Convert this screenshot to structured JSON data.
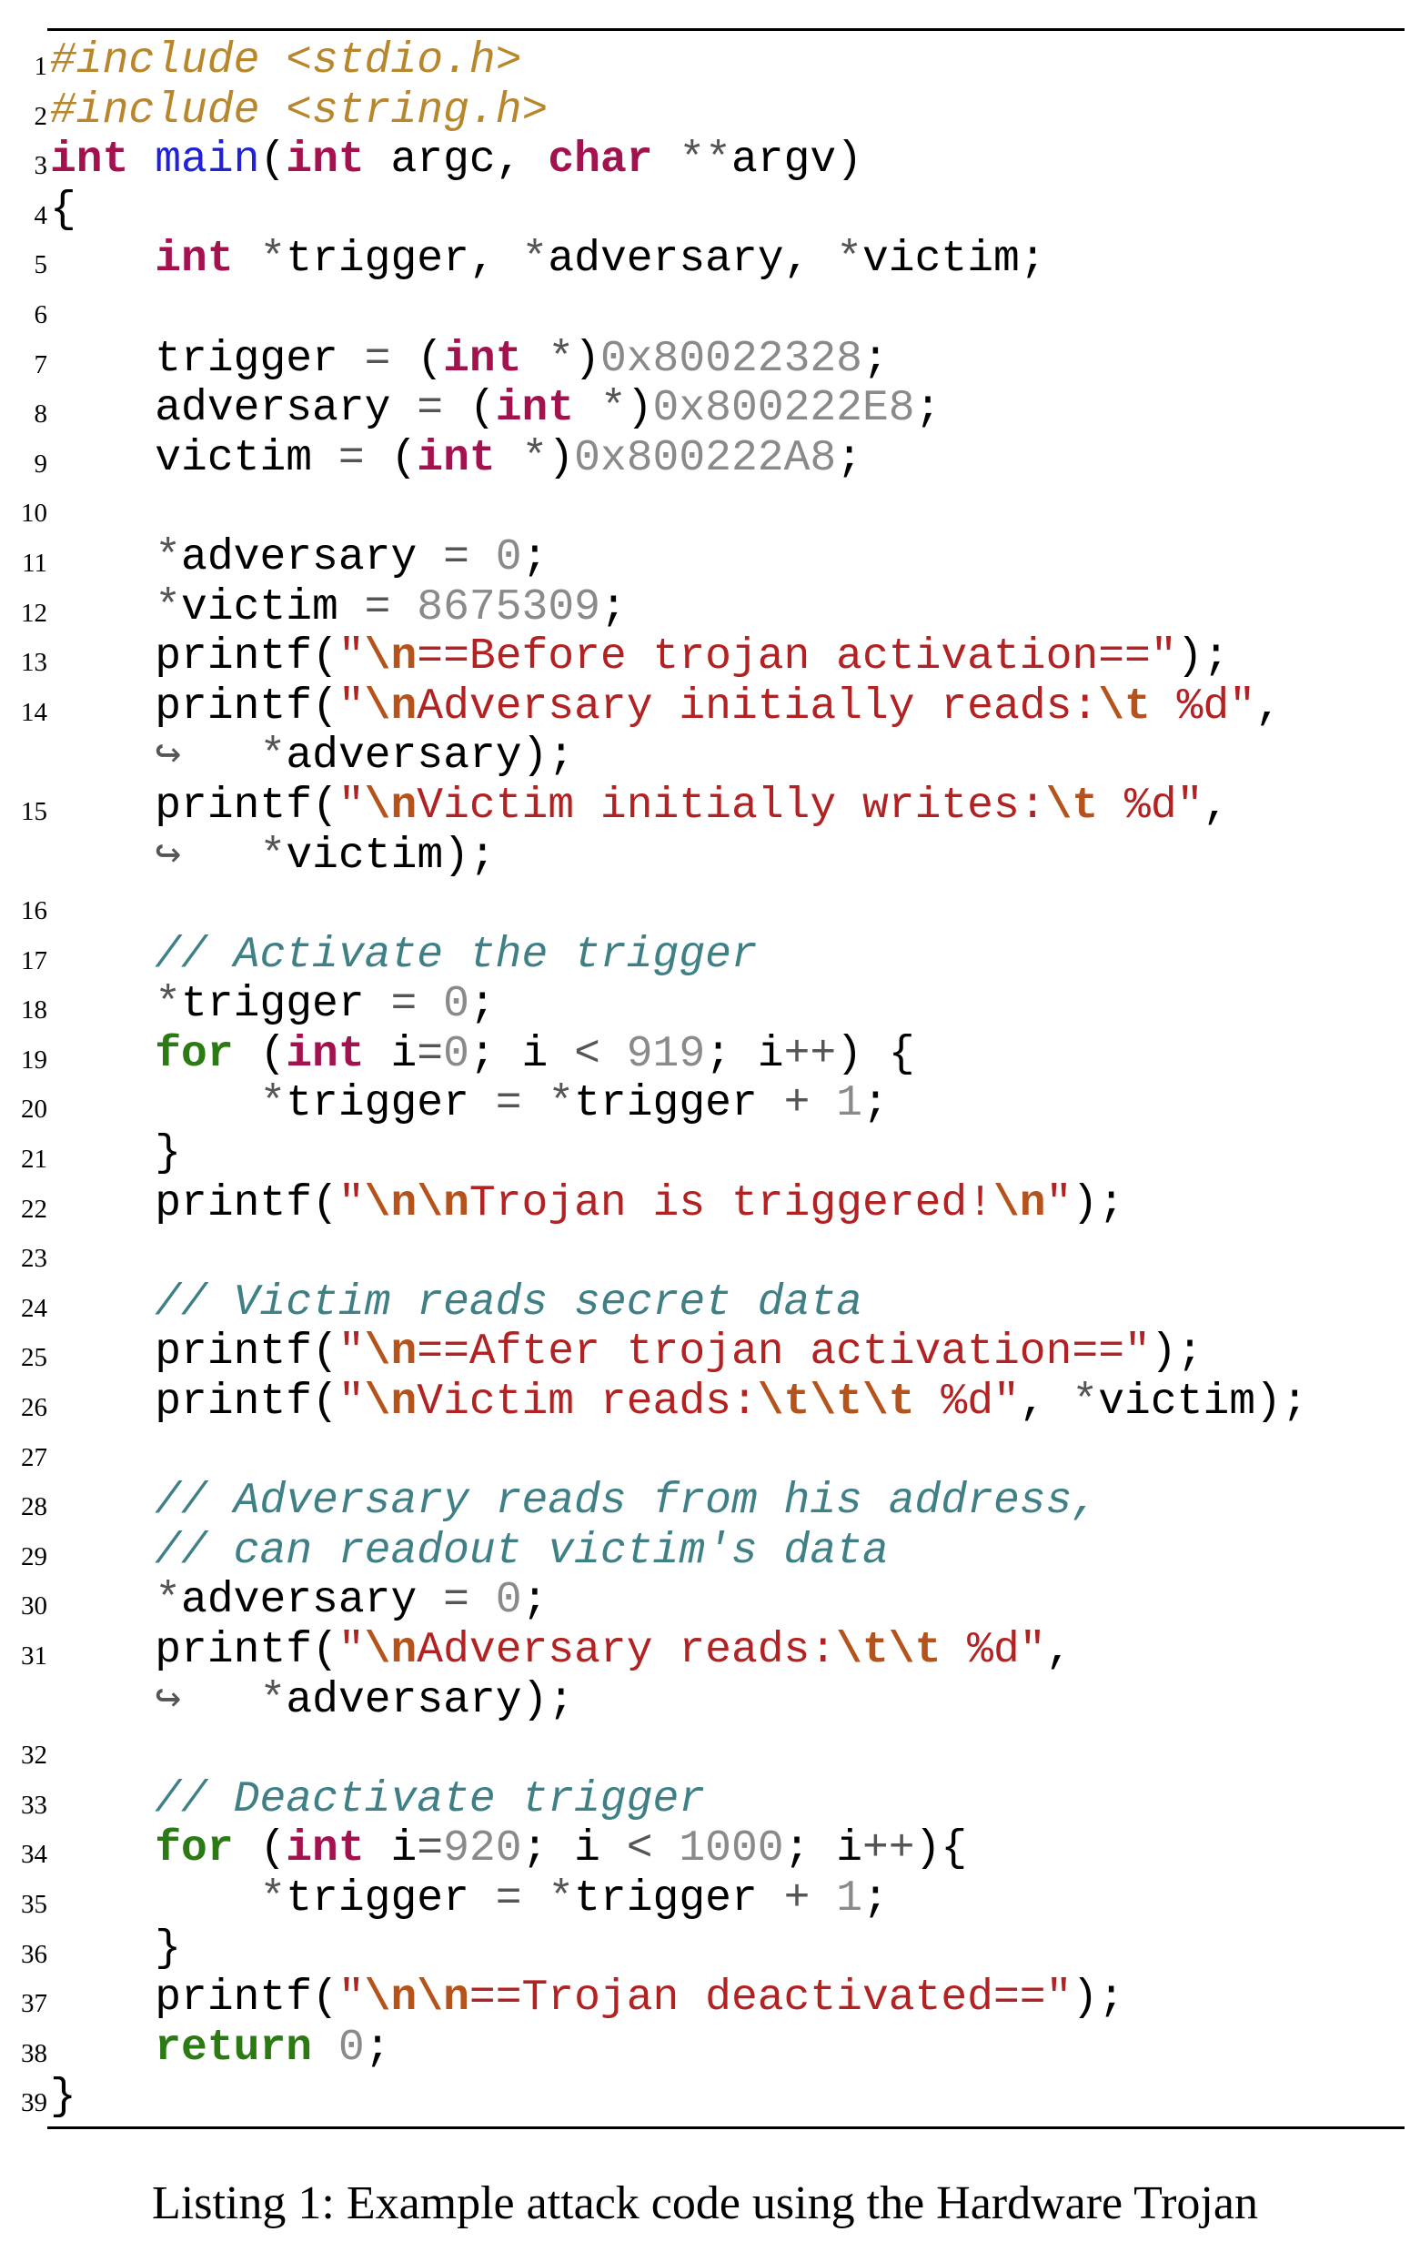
{
  "listing": {
    "lines": [
      {
        "num": "1",
        "tokens": [
          {
            "t": "#include",
            "c": "pre"
          },
          {
            "t": " ",
            "c": "pl"
          },
          {
            "t": "<stdio.h>",
            "c": "pre"
          }
        ]
      },
      {
        "num": "2",
        "tokens": [
          {
            "t": "#include",
            "c": "pre"
          },
          {
            "t": " ",
            "c": "pl"
          },
          {
            "t": "<string.h>",
            "c": "pre"
          }
        ]
      },
      {
        "num": "3",
        "tokens": [
          {
            "t": "int",
            "c": "kw"
          },
          {
            "t": " ",
            "c": "pl"
          },
          {
            "t": "main",
            "c": "fn"
          },
          {
            "t": "(",
            "c": "pl"
          },
          {
            "t": "int",
            "c": "kw"
          },
          {
            "t": " argc, ",
            "c": "pl"
          },
          {
            "t": "char",
            "c": "kw"
          },
          {
            "t": " ",
            "c": "pl"
          },
          {
            "t": "**",
            "c": "op"
          },
          {
            "t": "argv)",
            "c": "pl"
          }
        ]
      },
      {
        "num": "4",
        "tokens": [
          {
            "t": "{",
            "c": "pl"
          }
        ]
      },
      {
        "num": "5",
        "tokens": [
          {
            "t": "    ",
            "c": "pl"
          },
          {
            "t": "int",
            "c": "kw"
          },
          {
            "t": " ",
            "c": "pl"
          },
          {
            "t": "*",
            "c": "op"
          },
          {
            "t": "trigger, ",
            "c": "pl"
          },
          {
            "t": "*",
            "c": "op"
          },
          {
            "t": "adversary, ",
            "c": "pl"
          },
          {
            "t": "*",
            "c": "op"
          },
          {
            "t": "victim;",
            "c": "pl"
          }
        ]
      },
      {
        "num": "6",
        "tokens": []
      },
      {
        "num": "7",
        "tokens": [
          {
            "t": "    trigger ",
            "c": "pl"
          },
          {
            "t": "=",
            "c": "op"
          },
          {
            "t": " (",
            "c": "pl"
          },
          {
            "t": "int",
            "c": "kw"
          },
          {
            "t": " ",
            "c": "pl"
          },
          {
            "t": "*",
            "c": "op"
          },
          {
            "t": ")",
            "c": "pl"
          },
          {
            "t": "0x80022328",
            "c": "num"
          },
          {
            "t": ";",
            "c": "pl"
          }
        ]
      },
      {
        "num": "8",
        "tokens": [
          {
            "t": "    adversary ",
            "c": "pl"
          },
          {
            "t": "=",
            "c": "op"
          },
          {
            "t": " (",
            "c": "pl"
          },
          {
            "t": "int",
            "c": "kw"
          },
          {
            "t": " ",
            "c": "pl"
          },
          {
            "t": "*",
            "c": "op"
          },
          {
            "t": ")",
            "c": "pl"
          },
          {
            "t": "0x800222E8",
            "c": "num"
          },
          {
            "t": ";",
            "c": "pl"
          }
        ]
      },
      {
        "num": "9",
        "tokens": [
          {
            "t": "    victim ",
            "c": "pl"
          },
          {
            "t": "=",
            "c": "op"
          },
          {
            "t": " (",
            "c": "pl"
          },
          {
            "t": "int",
            "c": "kw"
          },
          {
            "t": " ",
            "c": "pl"
          },
          {
            "t": "*",
            "c": "op"
          },
          {
            "t": ")",
            "c": "pl"
          },
          {
            "t": "0x800222A8",
            "c": "num"
          },
          {
            "t": ";",
            "c": "pl"
          }
        ]
      },
      {
        "num": "10",
        "tokens": []
      },
      {
        "num": "11",
        "tokens": [
          {
            "t": "    ",
            "c": "pl"
          },
          {
            "t": "*",
            "c": "op"
          },
          {
            "t": "adversary ",
            "c": "pl"
          },
          {
            "t": "=",
            "c": "op"
          },
          {
            "t": " ",
            "c": "pl"
          },
          {
            "t": "0",
            "c": "num"
          },
          {
            "t": ";",
            "c": "pl"
          }
        ]
      },
      {
        "num": "12",
        "tokens": [
          {
            "t": "    ",
            "c": "pl"
          },
          {
            "t": "*",
            "c": "op"
          },
          {
            "t": "victim ",
            "c": "pl"
          },
          {
            "t": "=",
            "c": "op"
          },
          {
            "t": " ",
            "c": "pl"
          },
          {
            "t": "8675309",
            "c": "num"
          },
          {
            "t": ";",
            "c": "pl"
          }
        ]
      },
      {
        "num": "13",
        "tokens": [
          {
            "t": "    printf(",
            "c": "pl"
          },
          {
            "t": "\"",
            "c": "str"
          },
          {
            "t": "\\n",
            "c": "esc"
          },
          {
            "t": "==Before trojan activation==\"",
            "c": "str"
          },
          {
            "t": ");",
            "c": "pl"
          }
        ]
      },
      {
        "num": "14",
        "tokens": [
          {
            "t": "    printf(",
            "c": "pl"
          },
          {
            "t": "\"",
            "c": "str"
          },
          {
            "t": "\\n",
            "c": "esc"
          },
          {
            "t": "Adversary initially reads:",
            "c": "str"
          },
          {
            "t": "\\t",
            "c": "esc"
          },
          {
            "t": " %d\"",
            "c": "str"
          },
          {
            "t": ",",
            "c": "pl"
          }
        ]
      },
      {
        "num": "",
        "tokens": [
          {
            "t": "    ",
            "c": "pl"
          },
          {
            "t": "↪",
            "c": "op"
          },
          {
            "t": "   ",
            "c": "pl"
          },
          {
            "t": "*",
            "c": "op"
          },
          {
            "t": "adversary);",
            "c": "pl"
          }
        ]
      },
      {
        "num": "15",
        "tokens": [
          {
            "t": "    printf(",
            "c": "pl"
          },
          {
            "t": "\"",
            "c": "str"
          },
          {
            "t": "\\n",
            "c": "esc"
          },
          {
            "t": "Victim initially writes:",
            "c": "str"
          },
          {
            "t": "\\t",
            "c": "esc"
          },
          {
            "t": " %d\"",
            "c": "str"
          },
          {
            "t": ",",
            "c": "pl"
          }
        ]
      },
      {
        "num": "",
        "tokens": [
          {
            "t": "    ",
            "c": "pl"
          },
          {
            "t": "↪",
            "c": "op"
          },
          {
            "t": "   ",
            "c": "pl"
          },
          {
            "t": "*",
            "c": "op"
          },
          {
            "t": "victim);",
            "c": "pl"
          }
        ]
      },
      {
        "num": "16",
        "tokens": []
      },
      {
        "num": "17",
        "tokens": [
          {
            "t": "    ",
            "c": "pl"
          },
          {
            "t": "// Activate the trigger",
            "c": "cmt"
          }
        ]
      },
      {
        "num": "18",
        "tokens": [
          {
            "t": "    ",
            "c": "pl"
          },
          {
            "t": "*",
            "c": "op"
          },
          {
            "t": "trigger ",
            "c": "pl"
          },
          {
            "t": "=",
            "c": "op"
          },
          {
            "t": " ",
            "c": "pl"
          },
          {
            "t": "0",
            "c": "num"
          },
          {
            "t": ";",
            "c": "pl"
          }
        ]
      },
      {
        "num": "19",
        "tokens": [
          {
            "t": "    ",
            "c": "pl"
          },
          {
            "t": "for",
            "c": "kw2"
          },
          {
            "t": " (",
            "c": "pl"
          },
          {
            "t": "int",
            "c": "kw"
          },
          {
            "t": " i",
            "c": "pl"
          },
          {
            "t": "=",
            "c": "op"
          },
          {
            "t": "0",
            "c": "num"
          },
          {
            "t": "; i ",
            "c": "pl"
          },
          {
            "t": "<",
            "c": "op"
          },
          {
            "t": " ",
            "c": "pl"
          },
          {
            "t": "919",
            "c": "num"
          },
          {
            "t": "; i",
            "c": "pl"
          },
          {
            "t": "++",
            "c": "op"
          },
          {
            "t": ") {",
            "c": "pl"
          }
        ]
      },
      {
        "num": "20",
        "tokens": [
          {
            "t": "        ",
            "c": "pl"
          },
          {
            "t": "*",
            "c": "op"
          },
          {
            "t": "trigger ",
            "c": "pl"
          },
          {
            "t": "=",
            "c": "op"
          },
          {
            "t": " ",
            "c": "pl"
          },
          {
            "t": "*",
            "c": "op"
          },
          {
            "t": "trigger ",
            "c": "pl"
          },
          {
            "t": "+",
            "c": "op"
          },
          {
            "t": " ",
            "c": "pl"
          },
          {
            "t": "1",
            "c": "num"
          },
          {
            "t": ";",
            "c": "pl"
          }
        ]
      },
      {
        "num": "21",
        "tokens": [
          {
            "t": "    }",
            "c": "pl"
          }
        ]
      },
      {
        "num": "22",
        "tokens": [
          {
            "t": "    printf(",
            "c": "pl"
          },
          {
            "t": "\"",
            "c": "str"
          },
          {
            "t": "\\n\\n",
            "c": "esc"
          },
          {
            "t": "Trojan is triggered!",
            "c": "str"
          },
          {
            "t": "\\n",
            "c": "esc"
          },
          {
            "t": "\"",
            "c": "str"
          },
          {
            "t": ");",
            "c": "pl"
          }
        ]
      },
      {
        "num": "23",
        "tokens": []
      },
      {
        "num": "24",
        "tokens": [
          {
            "t": "    ",
            "c": "pl"
          },
          {
            "t": "// Victim reads secret data",
            "c": "cmt"
          }
        ]
      },
      {
        "num": "25",
        "tokens": [
          {
            "t": "    printf(",
            "c": "pl"
          },
          {
            "t": "\"",
            "c": "str"
          },
          {
            "t": "\\n",
            "c": "esc"
          },
          {
            "t": "==After trojan activation==\"",
            "c": "str"
          },
          {
            "t": ");",
            "c": "pl"
          }
        ]
      },
      {
        "num": "26",
        "tokens": [
          {
            "t": "    printf(",
            "c": "pl"
          },
          {
            "t": "\"",
            "c": "str"
          },
          {
            "t": "\\n",
            "c": "esc"
          },
          {
            "t": "Victim reads:",
            "c": "str"
          },
          {
            "t": "\\t\\t\\t",
            "c": "esc"
          },
          {
            "t": " %d\"",
            "c": "str"
          },
          {
            "t": ", ",
            "c": "pl"
          },
          {
            "t": "*",
            "c": "op"
          },
          {
            "t": "victim);",
            "c": "pl"
          }
        ]
      },
      {
        "num": "27",
        "tokens": []
      },
      {
        "num": "28",
        "tokens": [
          {
            "t": "    ",
            "c": "pl"
          },
          {
            "t": "// Adversary reads from his address,",
            "c": "cmt"
          }
        ]
      },
      {
        "num": "29",
        "tokens": [
          {
            "t": "    ",
            "c": "pl"
          },
          {
            "t": "// can readout victim's data",
            "c": "cmt"
          }
        ]
      },
      {
        "num": "30",
        "tokens": [
          {
            "t": "    ",
            "c": "pl"
          },
          {
            "t": "*",
            "c": "op"
          },
          {
            "t": "adversary ",
            "c": "pl"
          },
          {
            "t": "=",
            "c": "op"
          },
          {
            "t": " ",
            "c": "pl"
          },
          {
            "t": "0",
            "c": "num"
          },
          {
            "t": ";",
            "c": "pl"
          }
        ]
      },
      {
        "num": "31",
        "tokens": [
          {
            "t": "    printf(",
            "c": "pl"
          },
          {
            "t": "\"",
            "c": "str"
          },
          {
            "t": "\\n",
            "c": "esc"
          },
          {
            "t": "Adversary reads:",
            "c": "str"
          },
          {
            "t": "\\t\\t",
            "c": "esc"
          },
          {
            "t": " %d\"",
            "c": "str"
          },
          {
            "t": ",",
            "c": "pl"
          }
        ]
      },
      {
        "num": "",
        "tokens": [
          {
            "t": "    ",
            "c": "pl"
          },
          {
            "t": "↪",
            "c": "op"
          },
          {
            "t": "   ",
            "c": "pl"
          },
          {
            "t": "*",
            "c": "op"
          },
          {
            "t": "adversary);",
            "c": "pl"
          }
        ]
      },
      {
        "num": "32",
        "tokens": []
      },
      {
        "num": "33",
        "tokens": [
          {
            "t": "    ",
            "c": "pl"
          },
          {
            "t": "// Deactivate trigger",
            "c": "cmt"
          }
        ]
      },
      {
        "num": "34",
        "tokens": [
          {
            "t": "    ",
            "c": "pl"
          },
          {
            "t": "for",
            "c": "kw2"
          },
          {
            "t": " (",
            "c": "pl"
          },
          {
            "t": "int",
            "c": "kw"
          },
          {
            "t": " i",
            "c": "pl"
          },
          {
            "t": "=",
            "c": "op"
          },
          {
            "t": "920",
            "c": "num"
          },
          {
            "t": "; i ",
            "c": "pl"
          },
          {
            "t": "<",
            "c": "op"
          },
          {
            "t": " ",
            "c": "pl"
          },
          {
            "t": "1000",
            "c": "num"
          },
          {
            "t": "; i",
            "c": "pl"
          },
          {
            "t": "++",
            "c": "op"
          },
          {
            "t": "){",
            "c": "pl"
          }
        ]
      },
      {
        "num": "35",
        "tokens": [
          {
            "t": "        ",
            "c": "pl"
          },
          {
            "t": "*",
            "c": "op"
          },
          {
            "t": "trigger ",
            "c": "pl"
          },
          {
            "t": "=",
            "c": "op"
          },
          {
            "t": " ",
            "c": "pl"
          },
          {
            "t": "*",
            "c": "op"
          },
          {
            "t": "trigger ",
            "c": "pl"
          },
          {
            "t": "+",
            "c": "op"
          },
          {
            "t": " ",
            "c": "pl"
          },
          {
            "t": "1",
            "c": "num"
          },
          {
            "t": ";",
            "c": "pl"
          }
        ]
      },
      {
        "num": "36",
        "tokens": [
          {
            "t": "    }",
            "c": "pl"
          }
        ]
      },
      {
        "num": "37",
        "tokens": [
          {
            "t": "    printf(",
            "c": "pl"
          },
          {
            "t": "\"",
            "c": "str"
          },
          {
            "t": "\\n\\n",
            "c": "esc"
          },
          {
            "t": "==Trojan deactivated==\"",
            "c": "str"
          },
          {
            "t": ");",
            "c": "pl"
          }
        ]
      },
      {
        "num": "38",
        "tokens": [
          {
            "t": "    ",
            "c": "pl"
          },
          {
            "t": "return",
            "c": "kw2"
          },
          {
            "t": " ",
            "c": "pl"
          },
          {
            "t": "0",
            "c": "num"
          },
          {
            "t": ";",
            "c": "pl"
          }
        ]
      },
      {
        "num": "39",
        "tokens": [
          {
            "t": "}",
            "c": "pl"
          }
        ]
      }
    ]
  },
  "caption": "Listing 1: Example attack code using the Hardware Trojan",
  "colors": {
    "preprocessor": "#b8862b",
    "type_keyword": "#a3114f",
    "control_keyword": "#2c7a14",
    "function_name": "#1f22d6",
    "string": "#b22222",
    "escape": "#b5531c",
    "comment": "#3f8086",
    "number": "#8a8a8a"
  }
}
